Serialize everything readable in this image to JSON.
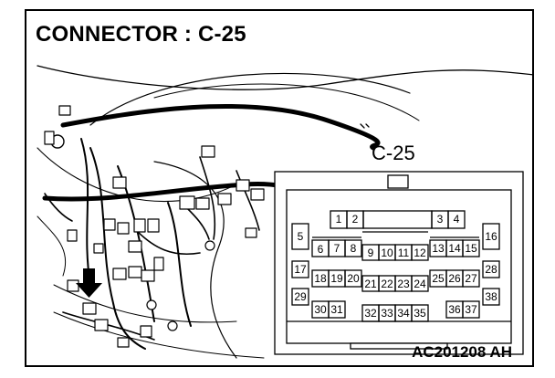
{
  "title": "CONNECTOR : C-25",
  "connector_label": "C-25",
  "reference_code": "AC201208 AH",
  "pins": [
    {
      "label": "1"
    },
    {
      "label": "2"
    },
    {
      "label": "3"
    },
    {
      "label": "4"
    },
    {
      "label": "5"
    },
    {
      "label": "6"
    },
    {
      "label": "7"
    },
    {
      "label": "8"
    },
    {
      "label": "9"
    },
    {
      "label": "10"
    },
    {
      "label": "11"
    },
    {
      "label": "12"
    },
    {
      "label": "13"
    },
    {
      "label": "14"
    },
    {
      "label": "15"
    },
    {
      "label": "16"
    },
    {
      "label": "17"
    },
    {
      "label": "18"
    },
    {
      "label": "19"
    },
    {
      "label": "20"
    },
    {
      "label": "21"
    },
    {
      "label": "22"
    },
    {
      "label": "23"
    },
    {
      "label": "24"
    },
    {
      "label": "25"
    },
    {
      "label": "26"
    },
    {
      "label": "27"
    },
    {
      "label": "28"
    },
    {
      "label": "29"
    },
    {
      "label": "30"
    },
    {
      "label": "31"
    },
    {
      "label": "32"
    },
    {
      "label": "33"
    },
    {
      "label": "34"
    },
    {
      "label": "35"
    },
    {
      "label": "36"
    },
    {
      "label": "37"
    },
    {
      "label": "38"
    }
  ]
}
